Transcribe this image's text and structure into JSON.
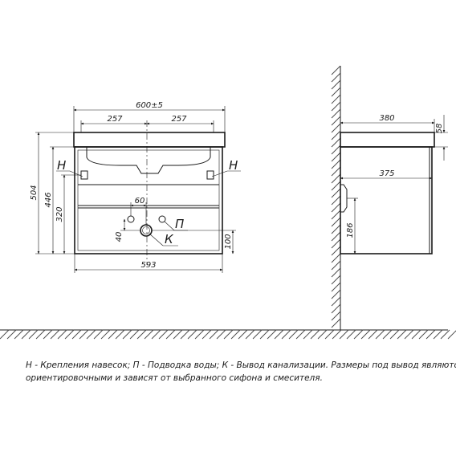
{
  "dimensions": {
    "overall_width": "600±5",
    "half_left": "257",
    "half_right": "257",
    "height_total": "504",
    "height_446": "446",
    "height_320": "320",
    "pipe_60": "60",
    "pipe_40": "40",
    "pipe_100": "100",
    "width_593": "593",
    "depth_380": "380",
    "top_58": "58",
    "depth_375": "375",
    "height_186": "186"
  },
  "labels": {
    "mount_left": "Н",
    "mount_right": "Н",
    "water": "П",
    "drain": "К"
  },
  "caption": {
    "line1": "Н - Крепления навесок; П - Подводка воды; К - Вывод канализации. Размеры под вывод являются",
    "line2": "ориентировочными и зависят от выбранного сифона и смесителя."
  }
}
